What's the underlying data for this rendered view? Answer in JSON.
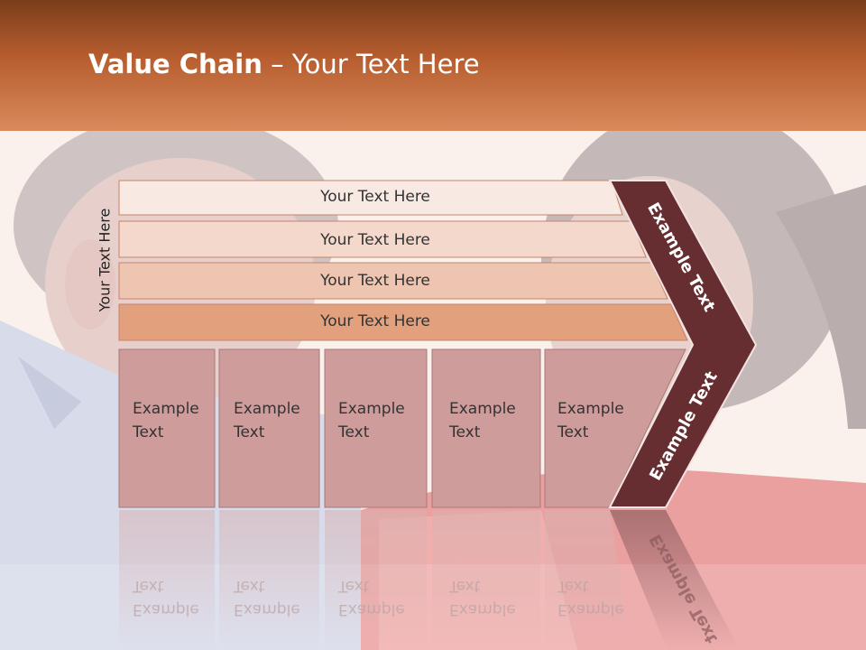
{
  "slide": {
    "title_bold": "Value Chain",
    "title_rest": " – Your Text Here",
    "side_label": "Your Text Here",
    "bars": [
      "Your Text Here",
      "Your Text Here",
      "Your Text Here",
      "Your Text Here"
    ],
    "cells": [
      {
        "line1": "Example",
        "line2": "Text"
      },
      {
        "line1": "Example",
        "line2": "Text"
      },
      {
        "line1": "Example",
        "line2": "Text"
      },
      {
        "line1": "Example",
        "line2": "Text"
      },
      {
        "line1": "Example",
        "line2": "Text"
      }
    ],
    "chevron_top_label": "Example Text",
    "chevron_bottom_label": "Example Text"
  },
  "colors": {
    "header_dark": "#7a3d1a",
    "header_light": "#d98a5c",
    "bar1": "#f8e9e2",
    "bar2": "#f3d8cb",
    "bar3": "#edc5b1",
    "bar4": "#e3a07d",
    "cells": "#cf9c9c",
    "chevron": "#662e31"
  }
}
